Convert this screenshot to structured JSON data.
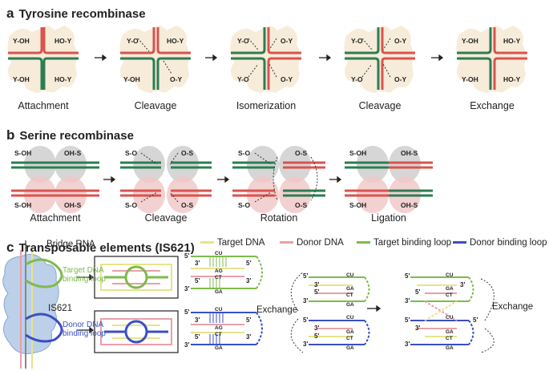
{
  "sections": {
    "a": {
      "letter": "a",
      "title": "Tyrosine recombinase"
    },
    "b": {
      "letter": "b",
      "title": "Serine recombinase"
    },
    "c": {
      "letter": "c",
      "title": "Transposable elements (IS621)"
    }
  },
  "tyrosine": {
    "steps": [
      "Attachment",
      "Cleavage",
      "Isomerization",
      "Cleavage",
      "Exchange"
    ],
    "labels": {
      "yoh": "Y-OH",
      "hoy": "HO-Y",
      "yo": "Y-O",
      "oy": "O-Y"
    }
  },
  "serine": {
    "steps": [
      "Attachment",
      "Cleavage",
      "Rotation",
      "Ligation"
    ],
    "labels": {
      "soh": "S-OH",
      "ohs": "OH-S",
      "so": "S-O",
      "os": "O-S"
    }
  },
  "transposon": {
    "bridge_rna": "Bridge RNA",
    "is621": "IS621",
    "target_loop": "Target DNA binding loop",
    "donor_loop": "Donor DNA binding loop",
    "exchange": "Exchange",
    "bases": {
      "cu": "CU",
      "ag": "AG",
      "ct": "CT",
      "ga": "GA"
    },
    "primes": {
      "five": "5'",
      "three": "3'"
    },
    "legend": [
      {
        "label": "Target DNA",
        "color": "#e6e48a"
      },
      {
        "label": "Donor DNA",
        "color": "#e8a0a8"
      },
      {
        "label": "Target binding loop",
        "color": "#7dbb4c"
      },
      {
        "label": "Donor binding loop",
        "color": "#3a4fc4"
      }
    ]
  },
  "colors": {
    "red": "#d9534f",
    "green": "#2e7d52",
    "blob": "#f6ecd9",
    "gray": "#cfcfcf",
    "pink": "#f3c9c9"
  }
}
